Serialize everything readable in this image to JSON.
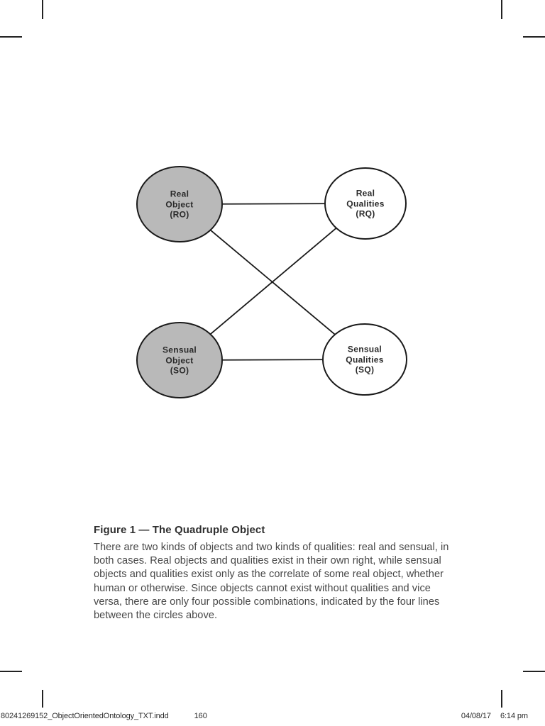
{
  "caption": {
    "title": "Figure 1 — The Quadruple Object",
    "body": "There are two kinds of objects and two kinds of qualities: real and sensual, in both cases. Real objects and qualities exist in their own right, while sensual objects and qualities exist only as the correlate of some real object, whether human or otherwise. Since objects cannot exist without qualities and vice versa, there are only four possible combinations, indicated by the four lines between the circles above."
  },
  "diagram": {
    "nodes": [
      {
        "id": "RO",
        "label": "Real\nObject\n(RO)",
        "fill": "#b9b9b9"
      },
      {
        "id": "RQ",
        "label": "Real\nQualities\n(RQ)",
        "fill": "#ffffff"
      },
      {
        "id": "SO",
        "label": "Sensual\nObject\n(SO)",
        "fill": "#b9b9b9"
      },
      {
        "id": "SQ",
        "label": "Sensual\nQualities\n(SQ)",
        "fill": "#ffffff"
      }
    ],
    "edges": [
      {
        "from": "RO",
        "to": "RQ"
      },
      {
        "from": "SO",
        "to": "SQ"
      },
      {
        "from": "RO",
        "to": "SQ"
      },
      {
        "from": "SO",
        "to": "RQ"
      }
    ],
    "stroke_color": "#1a1a1a"
  },
  "footer": {
    "left_filename": "80241269152_ObjectOrientedOntology_TXT.indd",
    "left_page_number": "160",
    "right_date": "04/08/17",
    "right_time": "6:14 pm"
  }
}
